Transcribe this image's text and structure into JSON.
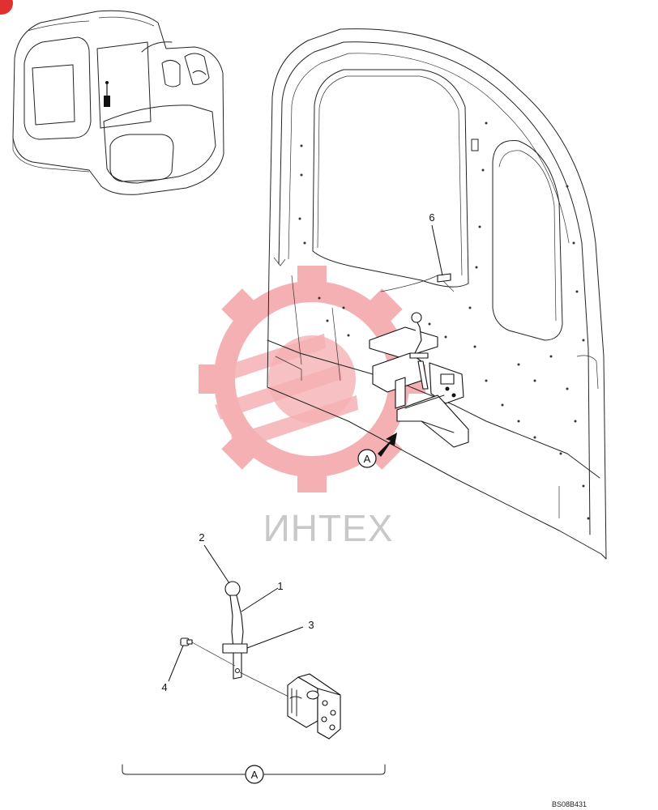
{
  "callouts": {
    "c1": "1",
    "c2": "2",
    "c3": "3",
    "c4": "4",
    "c6": "6"
  },
  "view": {
    "label": "A",
    "bracket_label": "A"
  },
  "watermark": {
    "text": "ИНТЕХ",
    "color": "#f4a3a8"
  },
  "drawing_code": "BS08B431",
  "colors": {
    "corner_badge": "#e0302f"
  }
}
